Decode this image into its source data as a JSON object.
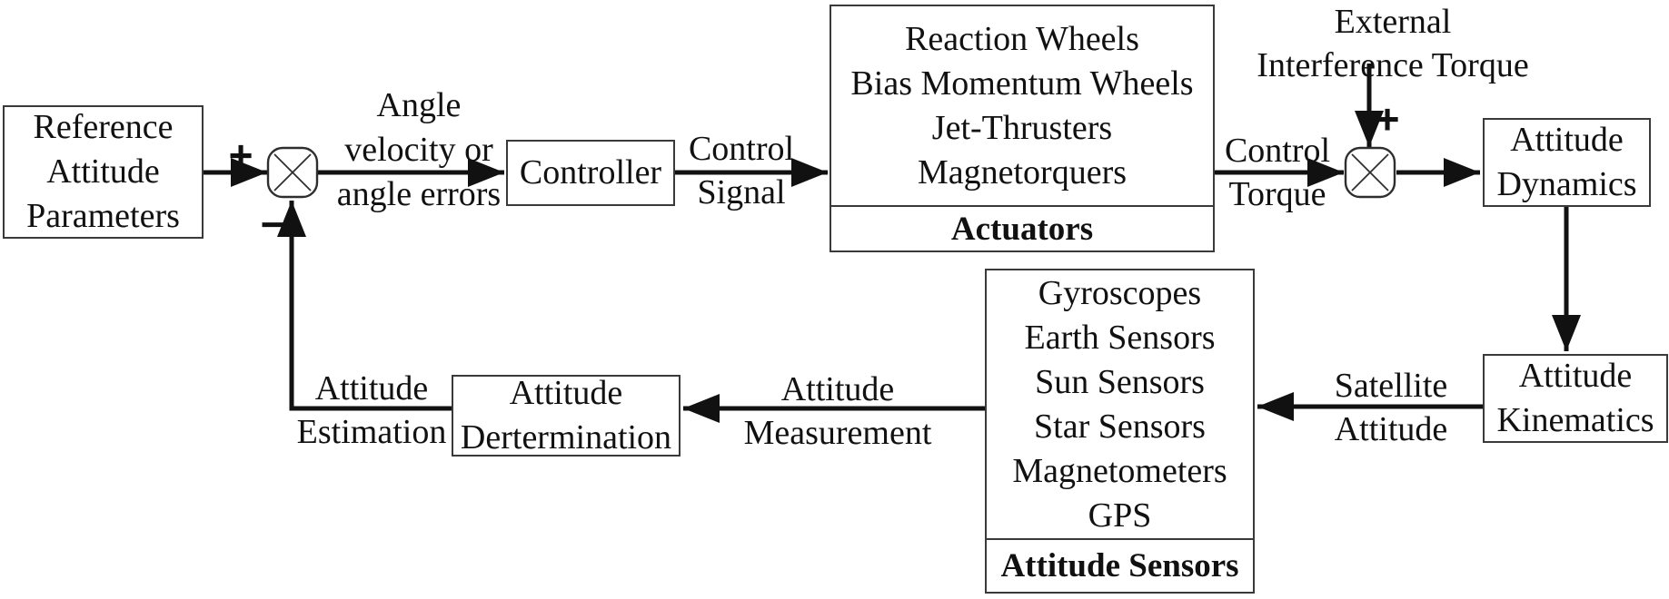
{
  "blocks": {
    "reference": {
      "lines": [
        "Reference",
        "Attitude",
        "Parameters"
      ]
    },
    "controller": {
      "label": "Controller"
    },
    "actuators": {
      "items": [
        "Reaction Wheels",
        "Bias Momentum Wheels",
        "Jet-Thrusters",
        "Magnetorquers"
      ],
      "title": "Actuators"
    },
    "dynamics": {
      "lines": [
        "Attitude",
        "Dynamics"
      ]
    },
    "kinematics": {
      "lines": [
        "Attitude",
        "Kinematics"
      ]
    },
    "sensors": {
      "items": [
        "Gyroscopes",
        "Earth Sensors",
        "Sun Sensors",
        "Star Sensors",
        "Magnetometers",
        "GPS"
      ],
      "title": "Attitude Sensors"
    },
    "determination": {
      "lines": [
        "Attitude",
        "Dertermination"
      ]
    }
  },
  "labels": {
    "angle_error": [
      "Angle",
      "velocity or",
      "angle errors"
    ],
    "control_signal": [
      "Control",
      "Signal"
    ],
    "control_torque": [
      "Control",
      "Torque"
    ],
    "external_disturbance": [
      "External",
      "Interference Torque"
    ],
    "satellite_attitude": [
      "Satellite",
      "Attitude"
    ],
    "attitude_measurement": [
      "Attitude",
      "Measurement"
    ],
    "attitude_estimation": [
      "Attitude",
      "Estimation"
    ]
  },
  "signs": {
    "sum1_plus": "+",
    "sum1_minus": "−",
    "sum2_plus": "+"
  },
  "colors": {
    "background": "#ffffff",
    "line": "#111111",
    "box_border": "#3a3a3a",
    "text": "#111111"
  }
}
